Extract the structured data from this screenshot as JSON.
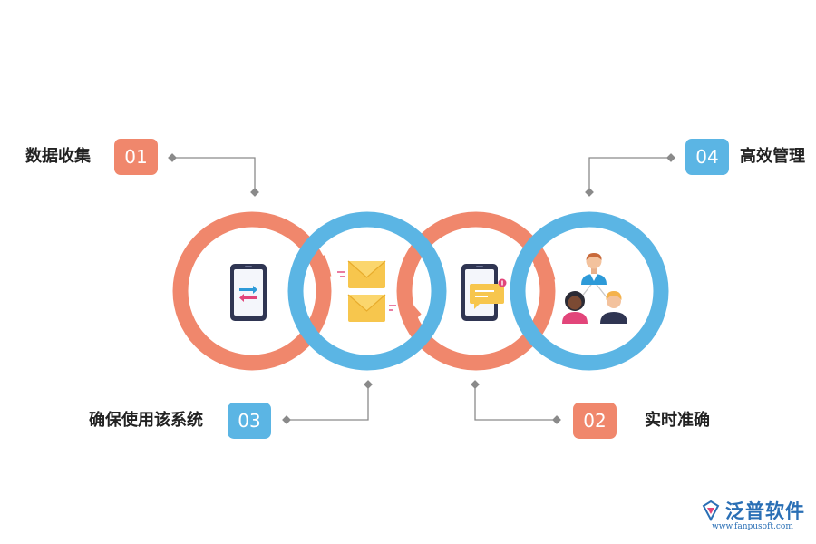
{
  "steps": [
    {
      "number": "01",
      "label": "数据收集"
    },
    {
      "number": "02",
      "label": "实时准确"
    },
    {
      "number": "03",
      "label": "确保使用该系统"
    },
    {
      "number": "04",
      "label": "高效管理"
    }
  ],
  "colors": {
    "salmon": "#f0876c",
    "blue": "#5bb5e4",
    "connector": "#8a8a8a"
  },
  "logo": {
    "name": "泛普软件",
    "url": "www.fanpusoft.com"
  }
}
